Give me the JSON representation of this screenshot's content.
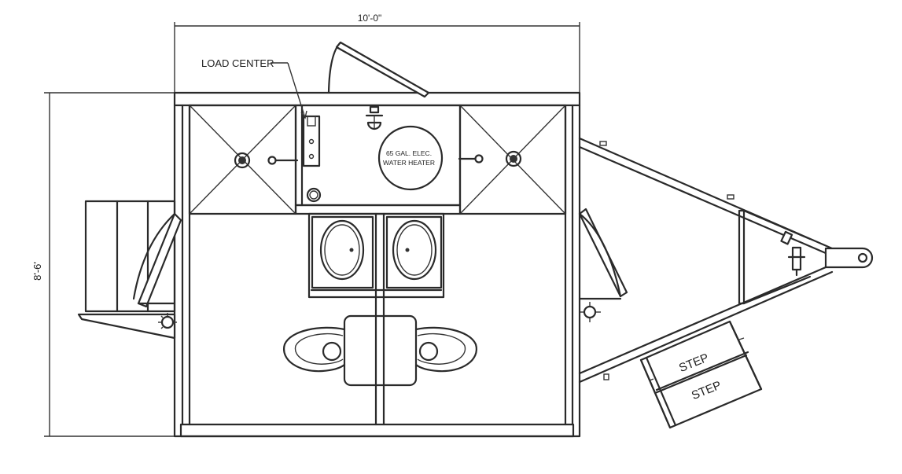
{
  "dimensions": {
    "width_label": "10'-0\"",
    "height_label": "8'-6'"
  },
  "labels": {
    "load_center": "LOAD CENTER",
    "water_heater_line1": "65 GAL. ELEC.",
    "water_heater_line2": "WATER HEATER",
    "step_upper": "STEP",
    "step_lower": "STEP"
  },
  "colors": {
    "line": "#2a2a2a",
    "background": "#ffffff"
  }
}
